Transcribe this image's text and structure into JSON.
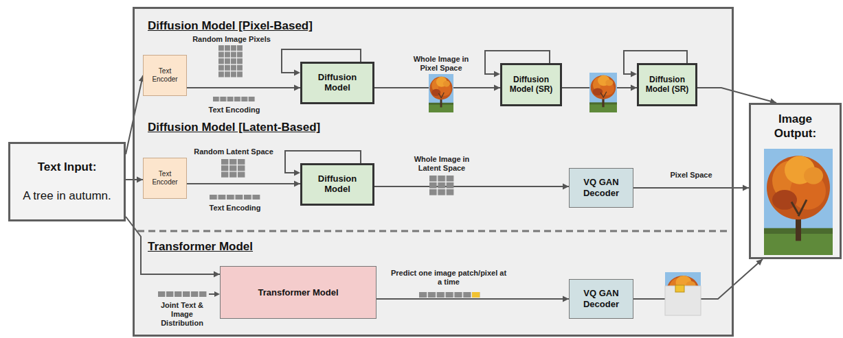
{
  "diagram": {
    "nodes": [
      {
        "text": [
          "Text Input:",
          "A tree in autumn."
        ]
      },
      {
        "text": [
          "Diffusion Model [Pixel-Based]",
          "Diffusion Model [Latent-Based]",
          "Transformer Model"
        ]
      },
      {
        "text": [
          "Text Encoder"
        ],
        "in": 1
      },
      {
        "text": [
          "Diffusion Model"
        ],
        "in": 1
      },
      {
        "text": [
          "Diffusion Model (SR)"
        ],
        "in": 1
      },
      {
        "text": [
          "Diffusion Model (SR)"
        ],
        "in": 1
      },
      {
        "text": [
          "Text Encoder"
        ],
        "in": 1
      },
      {
        "text": [
          "Diffusion Model"
        ],
        "in": 1
      },
      {
        "text": [
          "VQ GAN Decoder"
        ],
        "in": 1
      },
      {
        "text": [
          "Transformer Model"
        ],
        "in": 1
      },
      {
        "text": [
          "VQ GAN Decoder"
        ],
        "in": 1
      },
      {
        "text": [
          "Image Output:"
        ]
      }
    ],
    "edges": [
      {
        "from": 0,
        "to": 2,
        "arrow": "to"
      },
      {
        "from": 0,
        "to": 6,
        "arrow": "to"
      },
      {
        "from": 0,
        "to": 9,
        "arrow": "to"
      },
      {
        "from": 2,
        "to": 3,
        "arrow": "to"
      },
      {
        "from": 3,
        "to": 4,
        "arrow": "to"
      },
      {
        "from": 4,
        "to": 5,
        "arrow": "to"
      },
      {
        "from": 5,
        "to": 11,
        "arrow": "to"
      },
      {
        "from": 6,
        "to": 7,
        "arrow": "to"
      },
      {
        "from": 7,
        "to": 8,
        "arrow": "to"
      },
      {
        "from": 8,
        "to": 11,
        "label": "Pixel Space",
        "arrow": "to"
      },
      {
        "from": 9,
        "to": 10,
        "arrow": "to"
      },
      {
        "from": 10,
        "to": 11,
        "arrow": "to"
      }
    ],
    "labels": [
      "Random Image Pixels",
      "Text Encoding",
      "Whole Image in Pixel Space",
      "Random Latent Space",
      "Text Encoding",
      "Whole Image in Latent Space",
      "Joint Text & Image Distribution",
      "Predict one image patch/pixel at a time"
    ]
  }
}
